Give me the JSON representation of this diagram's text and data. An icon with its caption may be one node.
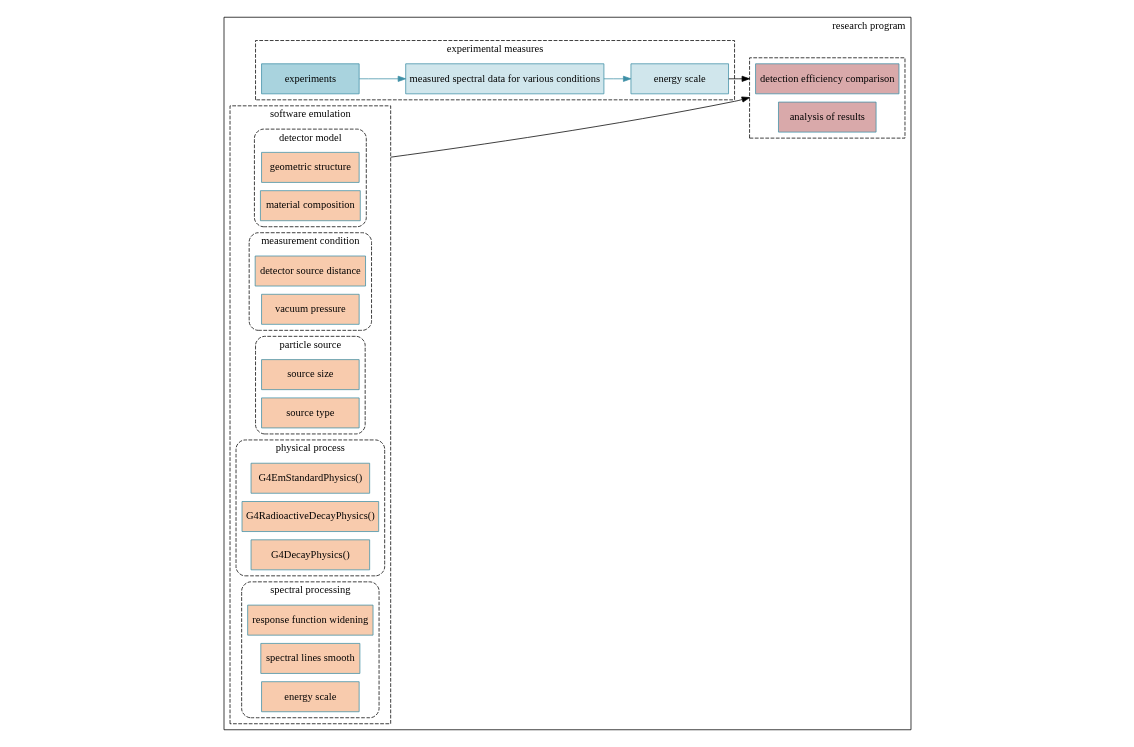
{
  "diagram": {
    "nodes": [
      {
        "text": [
          "research program"
        ]
      },
      {
        "text": [
          "experimental measures"
        ],
        "in": 0
      },
      {
        "text": [
          "experiments"
        ],
        "in": 1
      },
      {
        "text": [
          "measured spectral data for various conditions"
        ],
        "in": 1
      },
      {
        "text": [
          "energy scale"
        ],
        "in": 1
      },
      {
        "text": [
          "software emulation"
        ],
        "in": 0
      },
      {
        "text": [
          "detector model"
        ],
        "in": 5
      },
      {
        "text": [
          "geometric structure"
        ],
        "in": 6
      },
      {
        "text": [
          "material composition"
        ],
        "in": 6
      },
      {
        "text": [
          "measurement condition"
        ],
        "in": 5
      },
      {
        "text": [
          "detector source distance"
        ],
        "in": 9
      },
      {
        "text": [
          "vacuum pressure"
        ],
        "in": 9
      },
      {
        "text": [
          "particle source"
        ],
        "in": 5
      },
      {
        "text": [
          "source size"
        ],
        "in": 12
      },
      {
        "text": [
          "source type"
        ],
        "in": 12
      },
      {
        "text": [
          "physical process"
        ],
        "in": 5
      },
      {
        "text": [
          "G4EmStandardPhysics()"
        ],
        "in": 15
      },
      {
        "text": [
          "G4RadioactiveDecayPhysics()"
        ],
        "in": 15
      },
      {
        "text": [
          "G4DecayPhysics()"
        ],
        "in": 15
      },
      {
        "text": [
          "spectral processing"
        ],
        "in": 5
      },
      {
        "text": [
          "response function widening"
        ],
        "in": 19
      },
      {
        "text": [
          "spectral lines smooth"
        ],
        "in": 19
      },
      {
        "text": [
          "energy scale"
        ],
        "in": 19
      },
      {
        "text": [],
        "shape": "box",
        "in": 0
      },
      {
        "text": [
          "detection efficiency comparison"
        ],
        "in": 23
      },
      {
        "text": [
          "analysis of results"
        ],
        "in": 23
      }
    ],
    "edges": [
      {
        "from": 2,
        "to": 3,
        "arrow": "to",
        "color": "#3e8fa6"
      },
      {
        "from": 3,
        "to": 4,
        "arrow": "to",
        "color": "#3e8fa6"
      },
      {
        "from": 4,
        "to": 23,
        "arrow": "to",
        "color": "#000000"
      },
      {
        "from": 5,
        "to": 23,
        "arrow": "to",
        "color": "#000000"
      }
    ]
  }
}
